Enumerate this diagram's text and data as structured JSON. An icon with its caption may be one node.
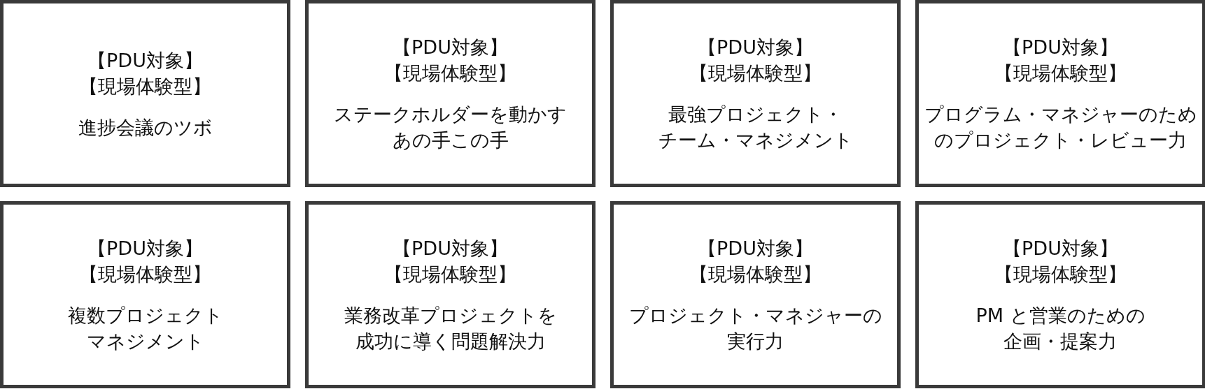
{
  "diagram": {
    "nodes": [
      {
        "text": [
          "【PDU対象】",
          "【現場体験型】",
          "進捗会議のツボ"
        ]
      },
      {
        "text": [
          "【PDU対象】",
          "【現場体験型】",
          "ステークホルダーを動かすあの手この手"
        ]
      },
      {
        "text": [
          "【PDU対象】",
          "【現場体験型】",
          "最強プロジェクト・チーム・マネジメント"
        ]
      },
      {
        "text": [
          "【PDU対象】",
          "【現場体験型】",
          "プログラム・マネジャーのためのプロジェクト・レビュー力"
        ]
      },
      {
        "text": [
          "【PDU対象】",
          "【現場体験型】",
          "複数プロジェクトマネジメント"
        ]
      },
      {
        "text": [
          "【PDU対象】",
          "【現場体験型】",
          "業務改革プロジェクトを成功に導く問題解決力"
        ]
      },
      {
        "text": [
          "【PDU対象】",
          "【現場体験型】",
          "プロジェクト・マネジャーの実行力"
        ]
      },
      {
        "text": [
          "【PDU対象】",
          "【現場体験型】",
          "PM と営業のための企画・提案力"
        ]
      }
    ]
  }
}
